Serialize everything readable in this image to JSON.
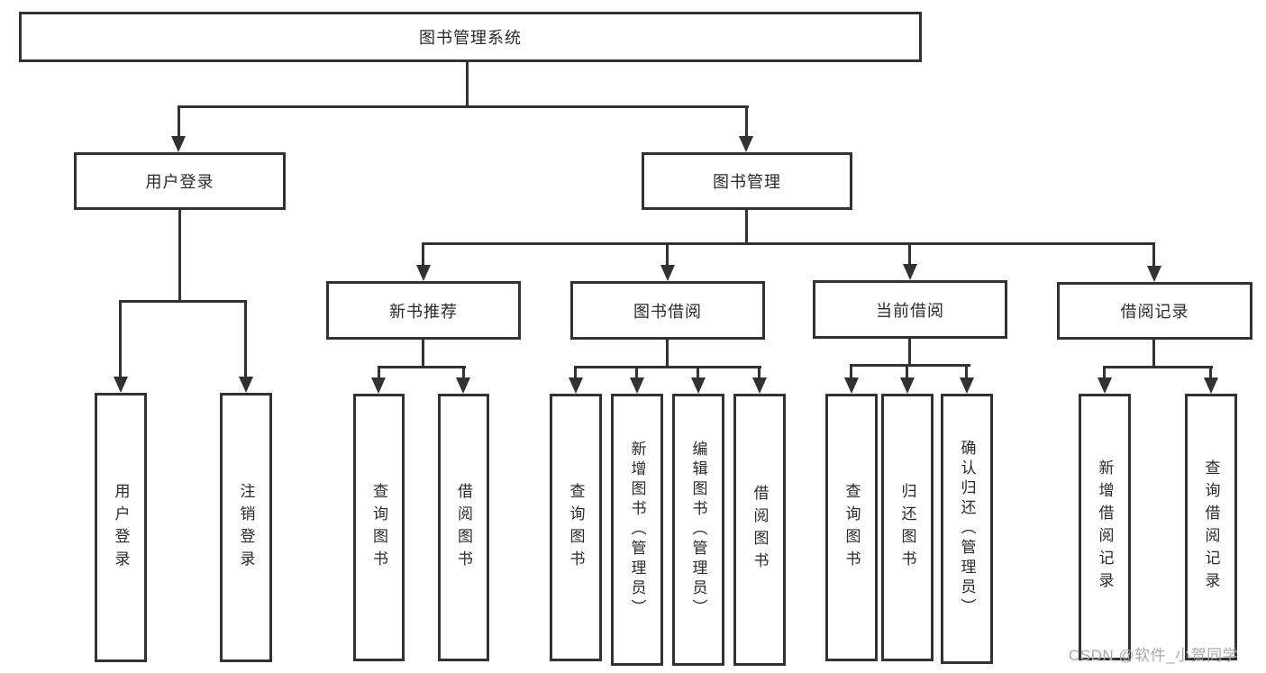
{
  "diagram": {
    "root": {
      "label": "图书管理系统"
    },
    "level2": [
      {
        "label": "用户登录"
      },
      {
        "label": "图书管理"
      }
    ],
    "level3": [
      {
        "label": "新书推荐"
      },
      {
        "label": "图书借阅"
      },
      {
        "label": "当前借阅"
      },
      {
        "label": "借阅记录"
      }
    ],
    "leaves": [
      {
        "label": "用户登录"
      },
      {
        "label": "注销登录"
      },
      {
        "label": "查询图书"
      },
      {
        "label": "借阅图书"
      },
      {
        "label": "查询图书"
      },
      {
        "label": "新增图书（管理员）"
      },
      {
        "label": "编辑图书（管理员）"
      },
      {
        "label": "借阅图书"
      },
      {
        "label": "查询图书"
      },
      {
        "label": "归还图书"
      },
      {
        "label": "确认归还（管理员）"
      },
      {
        "label": "新增借阅记录"
      },
      {
        "label": "查询借阅记录"
      }
    ],
    "watermark": "CSDN @软件_小贺同学",
    "colors": {
      "line": "#323232",
      "text": "#2a2a2a",
      "watermark": "#aaaaad",
      "background": "#ffffff"
    }
  }
}
